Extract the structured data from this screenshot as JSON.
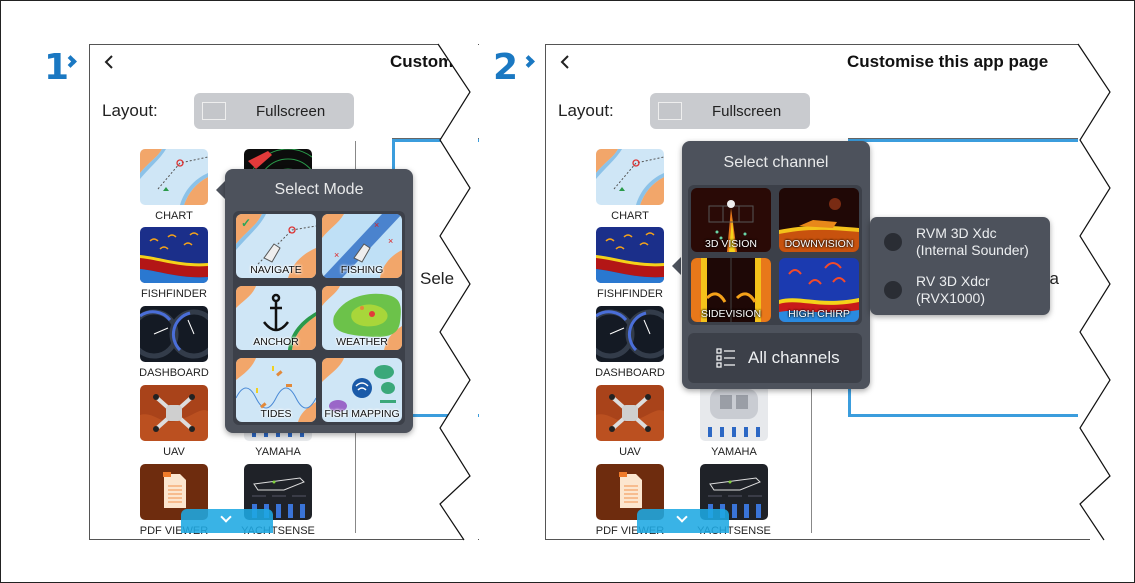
{
  "steps": [
    {
      "number": "1",
      "header": {
        "title": "Customi",
        "back_icon": "chevron-left-icon"
      },
      "layout": {
        "label": "Layout:",
        "button_label": "Fullscreen"
      },
      "preview_text": "Sele",
      "apps_left": [
        {
          "name": "CHART",
          "icon": "chart-thumb"
        },
        {
          "name": "FISHFINDER",
          "icon": "fishfinder-thumb"
        },
        {
          "name": "DASHBOARD",
          "icon": "dashboard-thumb"
        },
        {
          "name": "UAV",
          "icon": "uav-thumb"
        },
        {
          "name": "PDF VIEWER",
          "icon": "pdf-thumb"
        }
      ],
      "apps_right": [
        {
          "name": "",
          "icon": "radar-thumb"
        },
        {
          "name": "YAMAHA",
          "icon": "yamaha-thumb"
        },
        {
          "name": "YACHTSENSE",
          "icon": "yachtsense-thumb"
        }
      ],
      "popup": {
        "title": "Select Mode",
        "modes": [
          {
            "label": "NAVIGATE",
            "selected": true
          },
          {
            "label": "FISHING",
            "selected": false
          },
          {
            "label": "ANCHOR",
            "selected": false
          },
          {
            "label": "WEATHER",
            "selected": false
          },
          {
            "label": "TIDES",
            "selected": false
          },
          {
            "label": "FISH MAPPING",
            "selected": false
          }
        ]
      }
    },
    {
      "number": "2",
      "header": {
        "title": "Customise this app page",
        "back_icon": "chevron-left-icon"
      },
      "layout": {
        "label": "Layout:",
        "button_label": "Fullscreen"
      },
      "preview_text": "pa",
      "apps_left": [
        {
          "name": "CHART",
          "icon": "chart-thumb"
        },
        {
          "name": "FISHFINDER",
          "icon": "fishfinder-thumb"
        },
        {
          "name": "DASHBOARD",
          "icon": "dashboard-thumb"
        },
        {
          "name": "UAV",
          "icon": "uav-thumb"
        },
        {
          "name": "PDF VIEWER",
          "icon": "pdf-thumb"
        }
      ],
      "apps_right": [
        {
          "name": "YAMAHA",
          "icon": "yamaha-thumb"
        },
        {
          "name": "YACHTSENSE",
          "icon": "yachtsense-thumb"
        }
      ],
      "popup": {
        "title": "Select channel",
        "channels": [
          {
            "label": "3D VISION"
          },
          {
            "label": "DOWNVISION"
          },
          {
            "label": "SIDEVISION"
          },
          {
            "label": "HIGH CHIRP"
          }
        ],
        "all_channels_label": "All channels"
      },
      "sub_popup": {
        "options": [
          {
            "line1": "RVM 3D Xdc",
            "line2": "(Internal Sounder)"
          },
          {
            "line1": "RV 3D Xdcr",
            "line2": "(RVX1000)"
          }
        ]
      }
    }
  ],
  "colors": {
    "step_number": "#1a78c2",
    "popup_bg": "#4d525c",
    "preview_border": "#3b9ddd",
    "scroll_button": "#1ea8e2"
  }
}
